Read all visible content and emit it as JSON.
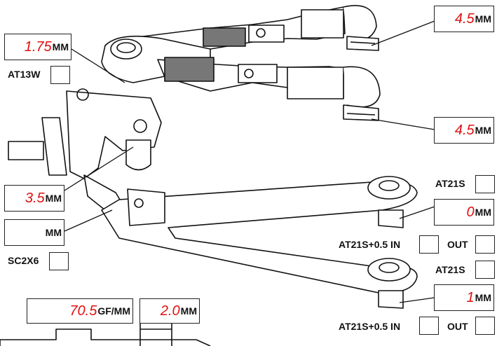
{
  "measurements": {
    "upper_rod_end_top": {
      "value": "4.5",
      "unit": "MM"
    },
    "upper_rod_end_bottom": {
      "value": "4.5",
      "unit": "MM"
    },
    "steering_arm_shim": {
      "value": "1.75",
      "unit": "MM"
    },
    "ball_stud_shim": {
      "value": "3.5",
      "unit": "MM"
    },
    "lower_pivot_shim": {
      "value": "",
      "unit": "MM"
    },
    "upper_arm_shim": {
      "value": "0",
      "unit": "MM"
    },
    "lower_arm_shim": {
      "value": "1",
      "unit": "MM"
    },
    "spring_rate": {
      "value": "70.5",
      "unit": "GF/MM"
    },
    "spacing": {
      "value": "2.0",
      "unit": "MM"
    }
  },
  "checkbox_labels": {
    "at13w": "AT13W",
    "sc2x6": "SC2X6",
    "at21s_upper": "AT21S",
    "at21s_05_in_upper": "AT21S+0.5  IN",
    "out_upper": "OUT",
    "at21s_lower": "AT21S",
    "at21s_05_in_lower": "AT21S+0.5  IN",
    "out_lower": "OUT"
  },
  "colors": {
    "value_text": "#e01010",
    "line": "#111111",
    "background": "#ffffff"
  }
}
